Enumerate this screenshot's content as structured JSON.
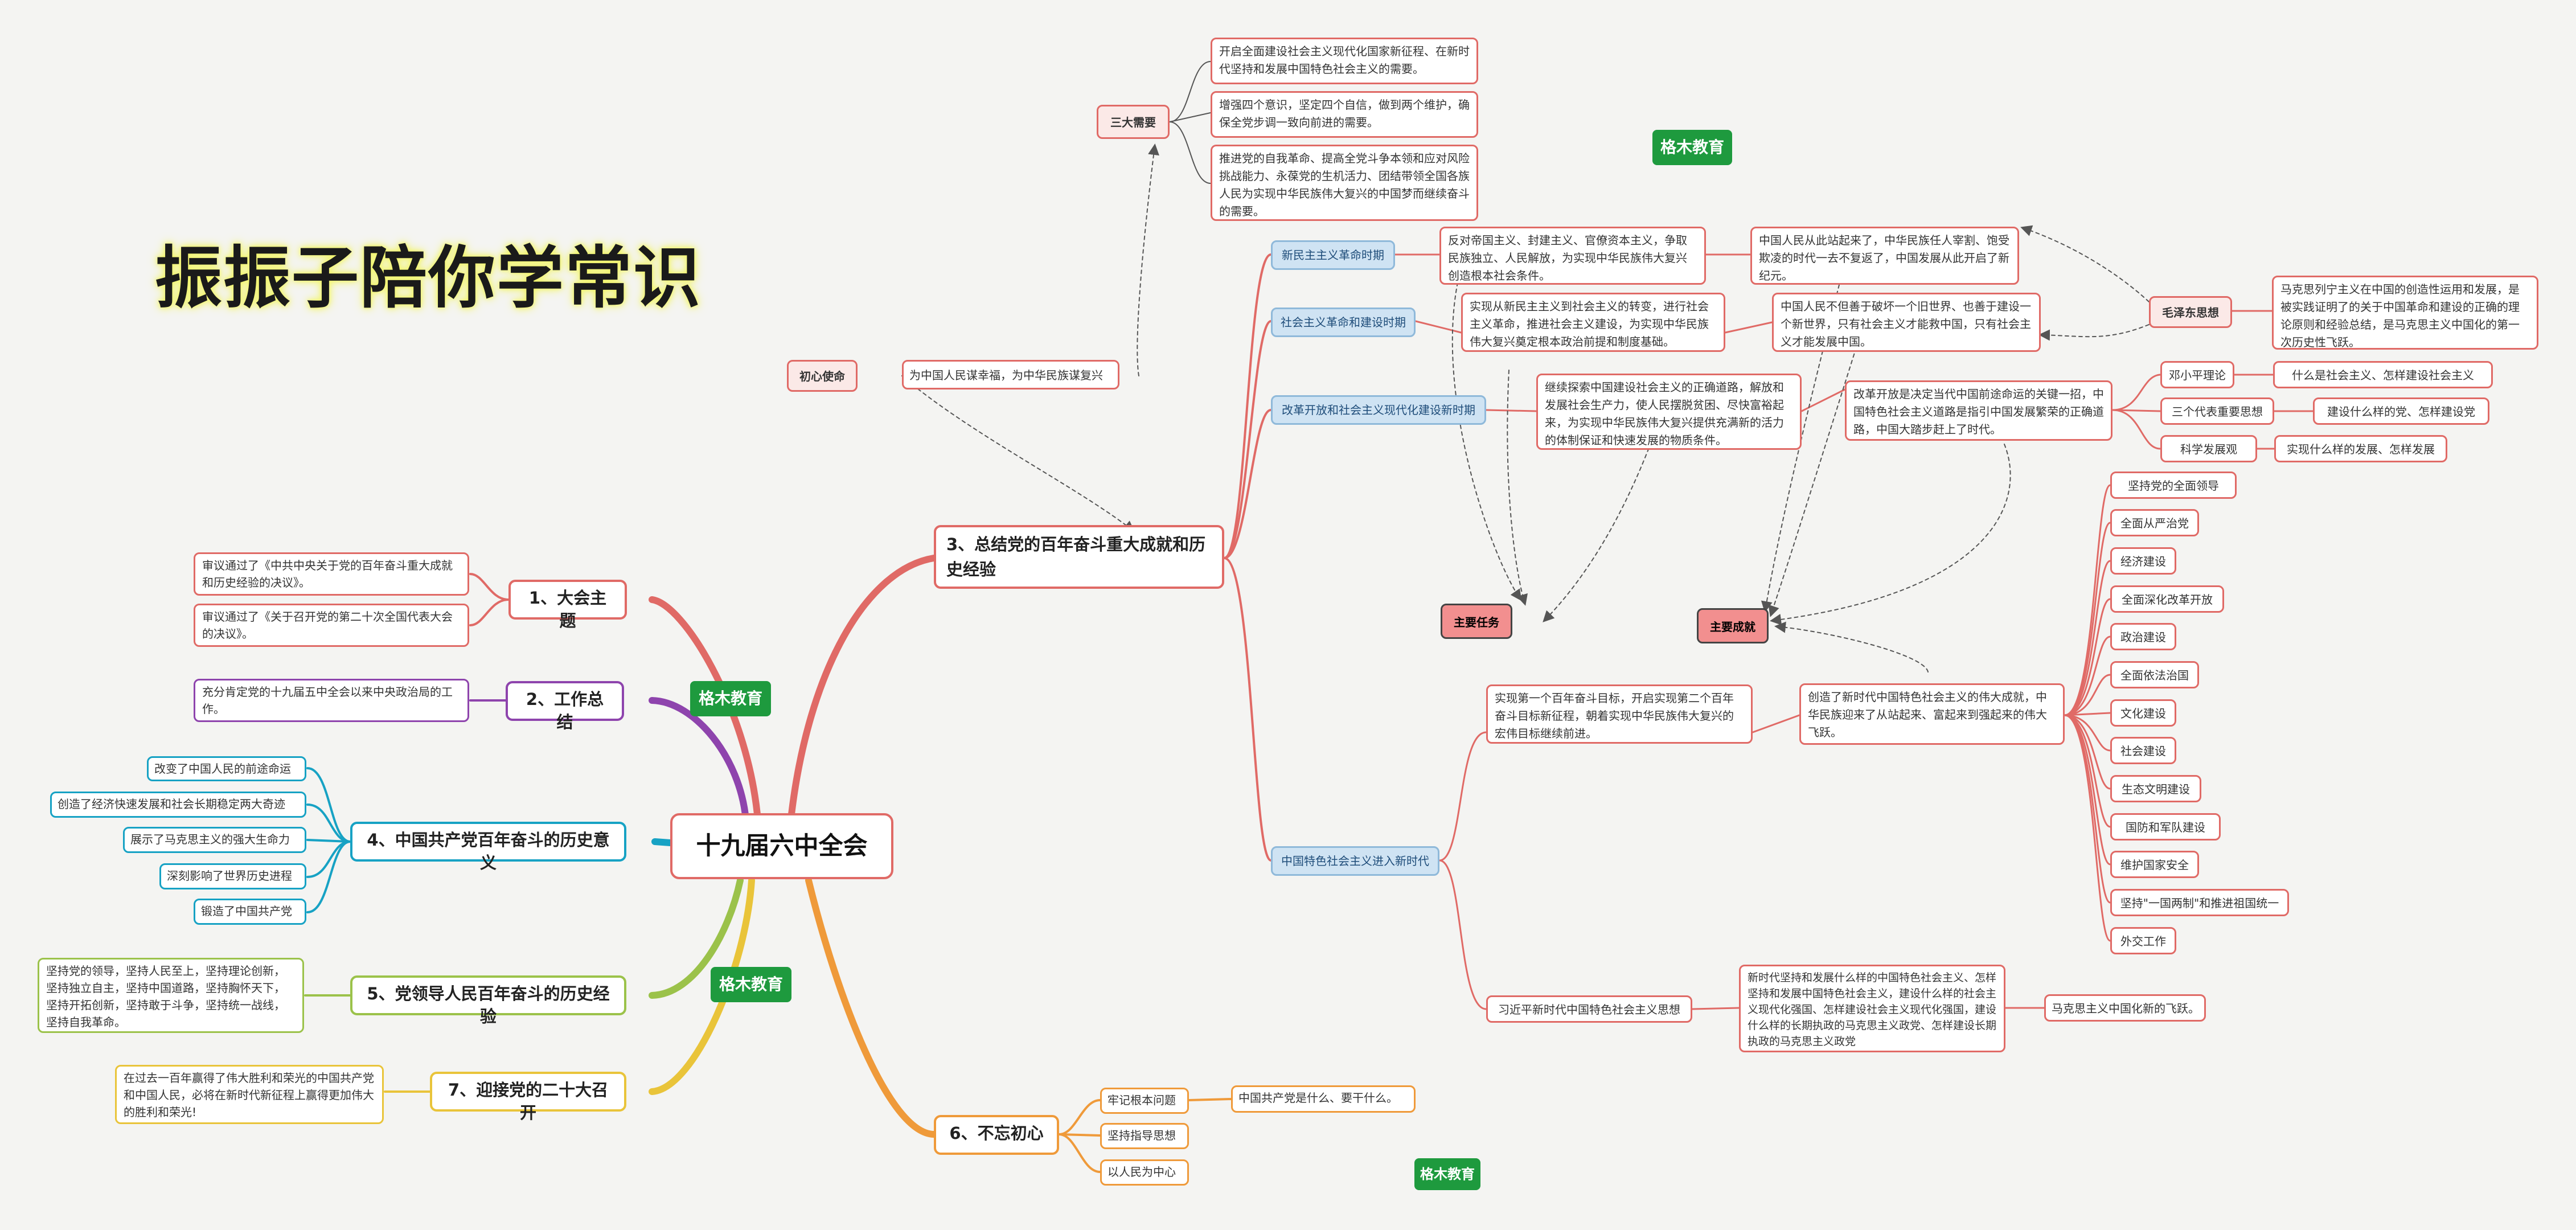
{
  "title": "振振子陪你学常识",
  "center": "十九届六中全会",
  "watermarks": [
    "格木教育",
    "格木教育",
    "格木教育",
    "格木教育"
  ],
  "left": {
    "b1": {
      "label": "1、大会主题",
      "items": [
        "审议通过了《中共中央关于党的百年奋斗重大成就和历史经验的决议》。",
        "审议通过了《关于召开党的第二十次全国代表大会的决议》。"
      ]
    },
    "b2": {
      "label": "2、工作总结",
      "items": [
        "充分肯定党的十九届五中全会以来中央政治局的工作。"
      ]
    },
    "b4": {
      "label": "4、中国共产党百年奋斗的历史意义",
      "items": [
        "改变了中国人民的前途命运",
        "创造了经济快速发展和社会长期稳定两大奇迹",
        "展示了马克思主义的强大生命力",
        "深刻影响了世界历史进程",
        "锻造了中国共产党"
      ]
    },
    "b5": {
      "label": "5、党领导人民百年奋斗的历史经验",
      "items": [
        "坚持党的领导，坚持人民至上，坚持理论创新，坚持独立自主，坚持中国道路，坚持胸怀天下，坚持开拓创新，坚持敢于斗争，坚持统一战线，坚持自我革命。"
      ]
    },
    "b7": {
      "label": "7、迎接党的二十大召开",
      "items": [
        "在过去一百年赢得了伟大胜利和荣光的中国共产党和中国人民，必将在新时代新征程上赢得更加伟大的胜利和荣光!"
      ]
    }
  },
  "b6": {
    "label": "6、不忘初心",
    "items": [
      "牢记根本问题",
      "坚持指导思想",
      "以人民为中心"
    ],
    "answer": "中国共产党是什么、要干什么。"
  },
  "b3": {
    "label": "3、总结党的百年奋斗重大成就和历史经验",
    "mission_label": "初心使命",
    "mission_text": "为中国人民谋幸福，为中华民族谋复兴",
    "needs_label": "三大需要",
    "needs": [
      "开启全面建设社会主义现代化国家新征程、在新时代坚持和发展中国特色社会主义的需要。",
      "增强四个意识，坚定四个自信，做到两个维护，确保全党步调一致向前进的需要。",
      "推进党的自我革命、提高全党斗争本领和应对风险挑战能力、永葆党的生机活力、团结带领全国各族人民为实现中华民族伟大复兴的中国梦而继续奋斗的需要。"
    ],
    "periods": [
      {
        "label": "新民主主义革命时期",
        "task": "反对帝国主义、封建主义、官僚资本主义，争取民族独立、人民解放，为实现中华民族伟大复兴创造根本社会条件。",
        "achievement": "中国人民从此站起来了，中华民族任人宰割、饱受欺凌的时代一去不复返了，中国发展从此开启了新纪元。"
      },
      {
        "label": "社会主义革命和建设时期",
        "task": "实现从新民主主义到社会主义的转变，进行社会主义革命，推进社会主义建设，为实现中华民族伟大复兴奠定根本政治前提和制度基础。",
        "achievement": "中国人民不但善于破坏一个旧世界、也善于建设一个新世界，只有社会主义才能救中国，只有社会主义才能发展中国。"
      },
      {
        "label": "改革开放和社会主义现代化建设新时期",
        "task": "继续探索中国建设社会主义的正确道路，解放和发展社会生产力，使人民摆脱贫困、尽快富裕起来，为实现中华民族伟大复兴提供充满新的活力的体制保证和快速发展的物质条件。",
        "achievement": "改革开放是决定当代中国前途命运的关键一招，中国特色社会主义道路是指引中国发展繁荣的正确道路，中国大踏步赶上了时代。"
      },
      {
        "label": "中国特色社会主义进入新时代",
        "task": "实现第一个百年奋斗目标，开启实现第二个百年奋斗目标新征程，朝着实现中华民族伟大复兴的宏伟目标继续前进。",
        "achievement": "创造了新时代中国特色社会主义的伟大成就，中华民族迎来了从站起来、富起来到强起来的伟大飞跃。"
      }
    ],
    "mao_label": "毛泽东思想",
    "mao_text": "马克思列宁主义在中国的创造性运用和发展，是被实践证明了的关于中国革命和建设的正确的理论原则和经验总结，是马克思主义中国化的第一次历史性飞跃。",
    "theories": [
      {
        "name": "邓小平理论",
        "answer": "什么是社会主义、怎样建设社会主义"
      },
      {
        "name": "三个代表重要思想",
        "answer": "建设什么样的党、怎样建设党"
      },
      {
        "name": "科学发展观",
        "answer": "实现什么样的发展、怎样发展"
      }
    ],
    "main_task_label": "主要任务",
    "main_achievement_label": "主要成就",
    "new_era_items": [
      "坚持党的全面领导",
      "全面从严治党",
      "经济建设",
      "全面深化改革开放",
      "政治建设",
      "全面依法治国",
      "文化建设",
      "社会建设",
      "生态文明建设",
      "国防和军队建设",
      "维护国家安全",
      "坚持\"一国两制\"和推进祖国统一",
      "外交工作"
    ],
    "xi_label": "习近平新时代中国特色社会主义思想",
    "xi_text": "新时代坚持和发展什么样的中国特色社会主义、怎样坚持和发展中国特色社会主义，建设什么样的社会主义现代化强国、怎样建设社会主义现代化强国，建设什么样的长期执政的马克思主义政党、怎样建设长期执政的马克思主义政党",
    "xi_result": "马克思主义中国化新的飞跃。"
  }
}
